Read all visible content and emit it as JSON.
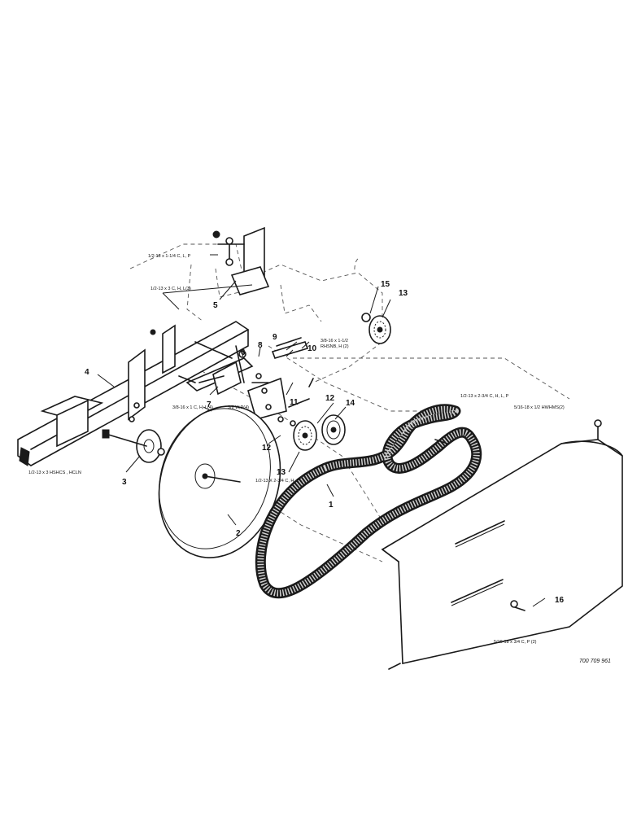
{
  "figure_ref": "700 709 961",
  "callouts": {
    "c1": "1",
    "c2": "2",
    "c3": "3",
    "c4": "4",
    "c5": "5",
    "c6": "6",
    "c7": "7",
    "c8": "8",
    "c9": "9",
    "c10": "10",
    "c11": "11",
    "c12a": "12",
    "c12b": "12",
    "c13a": "13",
    "c13b": "13",
    "c14": "14",
    "c15": "15",
    "c16": "16"
  },
  "hardware": {
    "h1": "1/2-13 x 1-1/4 C, L, P",
    "h2": "1/2-13 x 3 C, H, L(3)",
    "h3": "3/8-16 x 1-1/2",
    "h3b": "RHSNB, H (2)",
    "h4": "3/8-16 x 1 C, H, L(4)",
    "h5": "3/8 W,P(4)",
    "h6": "1/2-13 x 3 HSHCS , HCLN",
    "h7": "1/2-13 X 2-3/4 C, H, L",
    "h8": "1/2-13 x 2-3/4 C, H, L, P",
    "h9": "5/16-18 x 1/2 HWHMS(2)",
    "h10": "5/16-18 x 3/4 C, P (2)"
  }
}
